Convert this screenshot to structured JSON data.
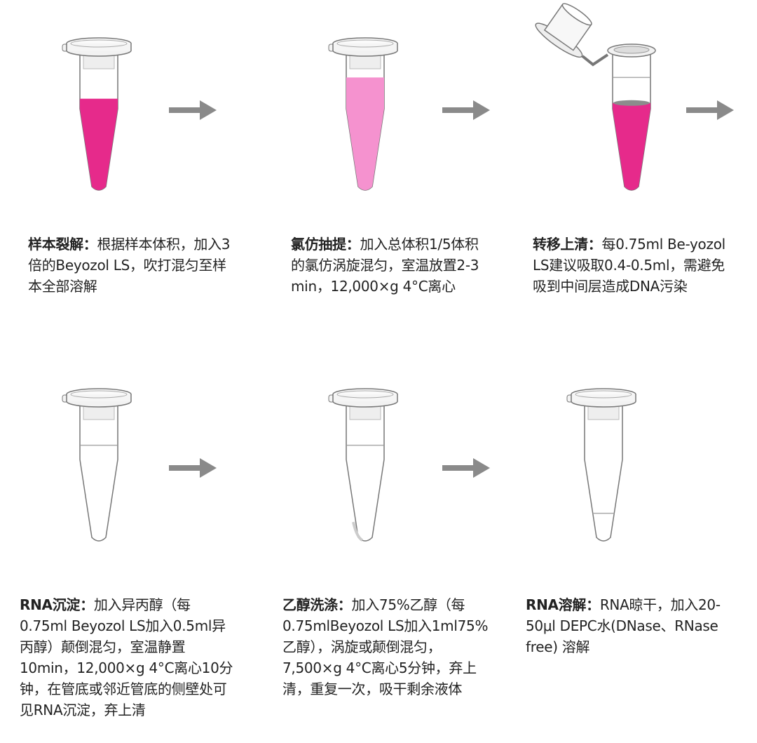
{
  "colors": {
    "magenta": "#e62a8b",
    "light_pink": "#f592cf",
    "arrow": "#8a8a8a",
    "outline": "#777777"
  },
  "steps": [
    {
      "title": "样本裂解：",
      "text": "根据样本体积，加入3倍的Beyozol LS，吹打混匀至样本全部溶解",
      "tube": {
        "state": "closed",
        "liquid": "magenta",
        "liquid_level": 0.65
      }
    },
    {
      "title": "氯仿抽提：",
      "text": "加入总体积1/5体积的氯仿涡旋混匀，室温放置2-3 min，12,000×g 4°C离心",
      "tube": {
        "state": "closed",
        "liquid": "light_pink",
        "liquid_level": 0.8
      }
    },
    {
      "title": "转移上清：",
      "text": "每0.75ml Be-yozol LS建议吸取0.4-0.5ml，需避免吸到中间层造成DNA污染",
      "tube": {
        "state": "open",
        "liquid": "magenta",
        "liquid_level": 0.62,
        "upper_line": 0.8
      }
    },
    {
      "title": "RNA沉淀：",
      "text": "加入异丙醇（每0.75ml Beyozol LS加入0.5ml异丙醇）颠倒混匀，室温静置10min，12,000×g 4°C离心10分钟，在管底或邻近管底的侧壁处可见RNA沉淀，弃上清",
      "tube": {
        "state": "closed",
        "liquid": "none",
        "upper_line": 0.68,
        "pellet": "bottom"
      }
    },
    {
      "title": "乙醇洗涤：",
      "text": "加入75%乙醇（每0.75mlBeyozol LS加入1ml75%乙醇），涡旋或颠倒混匀，7,500×g 4°C离心5分钟，弃上清，重复一次，吸干剩余液体",
      "tube": {
        "state": "closed",
        "liquid": "none",
        "upper_line": 0.68,
        "pellet": "side"
      }
    },
    {
      "title": "RNA溶解：",
      "text": "RNA晾干，加入20-50μl DEPC水(DNase、RNase free) 溶解",
      "tube": {
        "state": "closed",
        "liquid": "none",
        "upper_line": 0.2
      }
    }
  ]
}
